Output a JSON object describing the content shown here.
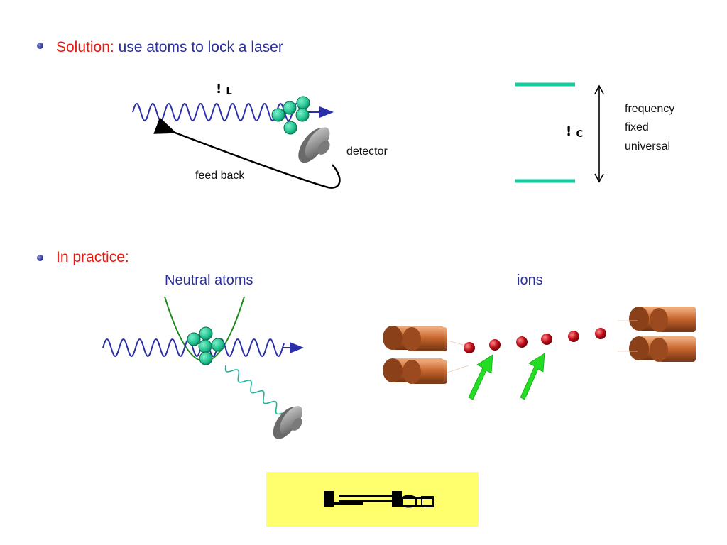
{
  "bullets": [
    {
      "lead": "Solution:",
      "rest": " use atoms to lock a laser"
    },
    {
      "lead": "In practice:",
      "rest": ""
    }
  ],
  "top_diagram": {
    "laser_symbol": "!",
    "laser_subscript": "L",
    "detector_label": "detector",
    "feedback_label": "feed back"
  },
  "transition": {
    "symbol": "!",
    "subscript": "C",
    "properties": [
      "frequency",
      "fixed",
      "universal"
    ]
  },
  "practice": {
    "neutral_label": "Neutral atoms",
    "ions_label": "ions"
  },
  "colors": {
    "wave": "#2b2fa8",
    "atom": "#1fbf8f",
    "level": "#19c9a0",
    "lead_text": "#e8160c",
    "body_text": "#2b2f99",
    "box": "#ffff6e",
    "ion": "#c0101a",
    "arrow_green": "#22dd22",
    "electrode": "#c8662e"
  }
}
